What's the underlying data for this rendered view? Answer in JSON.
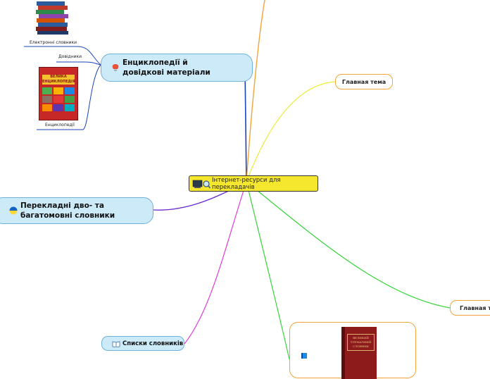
{
  "central": {
    "label": "Інтернет-ресурси для перекладачів",
    "icon": "computer-search-icon"
  },
  "encyclopedias": {
    "label": "Енциклопедії й довідкові матеріали",
    "icon": "lightbulb-icon",
    "children": [
      {
        "label": "Електронні словники",
        "image": "books-stack-image"
      },
      {
        "label": "Довідники"
      },
      {
        "label": "Енциклопедії",
        "image": "encyclopedia-cover-image",
        "cover_text": "ВЕЛИКА ЕНЦИКЛОПЕДІЯ"
      }
    ]
  },
  "translation_dictionaries": {
    "label": "Перекладні дво- та багатомовні словники",
    "icon": "ukraine-flag-icon"
  },
  "dictionary_lists": {
    "label": "Списки словників",
    "icon": "open-book-icon"
  },
  "topic_1": {
    "label": "Главная тема"
  },
  "topic_2": {
    "label": "Главная тема"
  },
  "image_topic": {
    "icon": "book-icon",
    "image": "dictionary-book-image",
    "cover_text": "ВЕЛИКИЙ ТЛУМАЧНИЙ СЛОВНИК"
  },
  "colors": {
    "central_bg": "#f5e72e",
    "main_bg": "#cdeaf9",
    "topic_border": "#f3a33a"
  }
}
